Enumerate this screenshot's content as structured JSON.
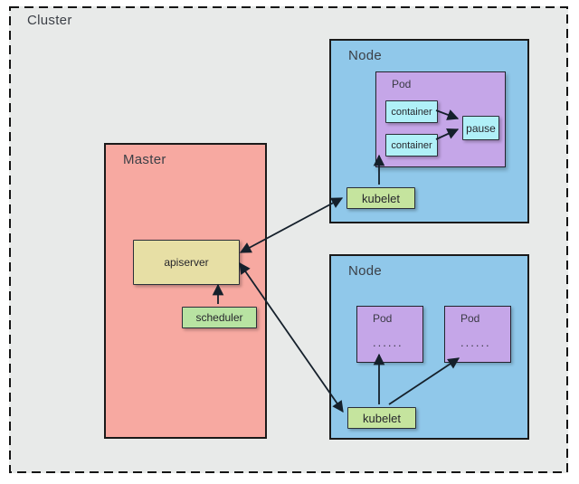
{
  "colors": {
    "cluster_bg": "#E8EAE9",
    "master_fill": "#F7A9A1",
    "node_fill": "#90C8EA",
    "pod_fill": "#C5A6E8",
    "container_fill": "#B0F0F8",
    "pause_fill": "#B0F0F8",
    "apiserver_fill": "#E7DFA5",
    "scheduler_fill": "#B8E3A2",
    "kubelet_fill": "#C5E49E",
    "arrow_color": "#15202B",
    "border_color": "#1A1A1A"
  },
  "diagram": {
    "cluster": {
      "label": "Cluster"
    },
    "master": {
      "label": "Master",
      "apiserver": {
        "label": "apiserver"
      },
      "scheduler": {
        "label": "scheduler"
      }
    },
    "node1": {
      "label": "Node",
      "pod": {
        "label": "Pod",
        "containers": [
          {
            "label": "container"
          },
          {
            "label": "container"
          }
        ],
        "pause": {
          "label": "pause"
        }
      },
      "kubelet": {
        "label": "kubelet"
      }
    },
    "node2": {
      "label": "Node",
      "pods": [
        {
          "label": "Pod",
          "dots": "......"
        },
        {
          "label": "Pod",
          "dots": "......"
        }
      ],
      "kubelet": {
        "label": "kubelet"
      }
    },
    "edges": [
      {
        "from": "scheduler",
        "to": "apiserver",
        "arrow": "single"
      },
      {
        "from": "apiserver",
        "to": "node1.kubelet",
        "arrow": "double"
      },
      {
        "from": "apiserver",
        "to": "node2.kubelet",
        "arrow": "double"
      },
      {
        "from": "node1.kubelet",
        "to": "node1.pod",
        "arrow": "single"
      },
      {
        "from": "node1.pod.container1",
        "to": "node1.pod.pause",
        "arrow": "single"
      },
      {
        "from": "node1.pod.container2",
        "to": "node1.pod.pause",
        "arrow": "single"
      },
      {
        "from": "node2.kubelet",
        "to": "node2.pods.0",
        "arrow": "single"
      },
      {
        "from": "node2.kubelet",
        "to": "node2.pods.1",
        "arrow": "single"
      }
    ]
  }
}
